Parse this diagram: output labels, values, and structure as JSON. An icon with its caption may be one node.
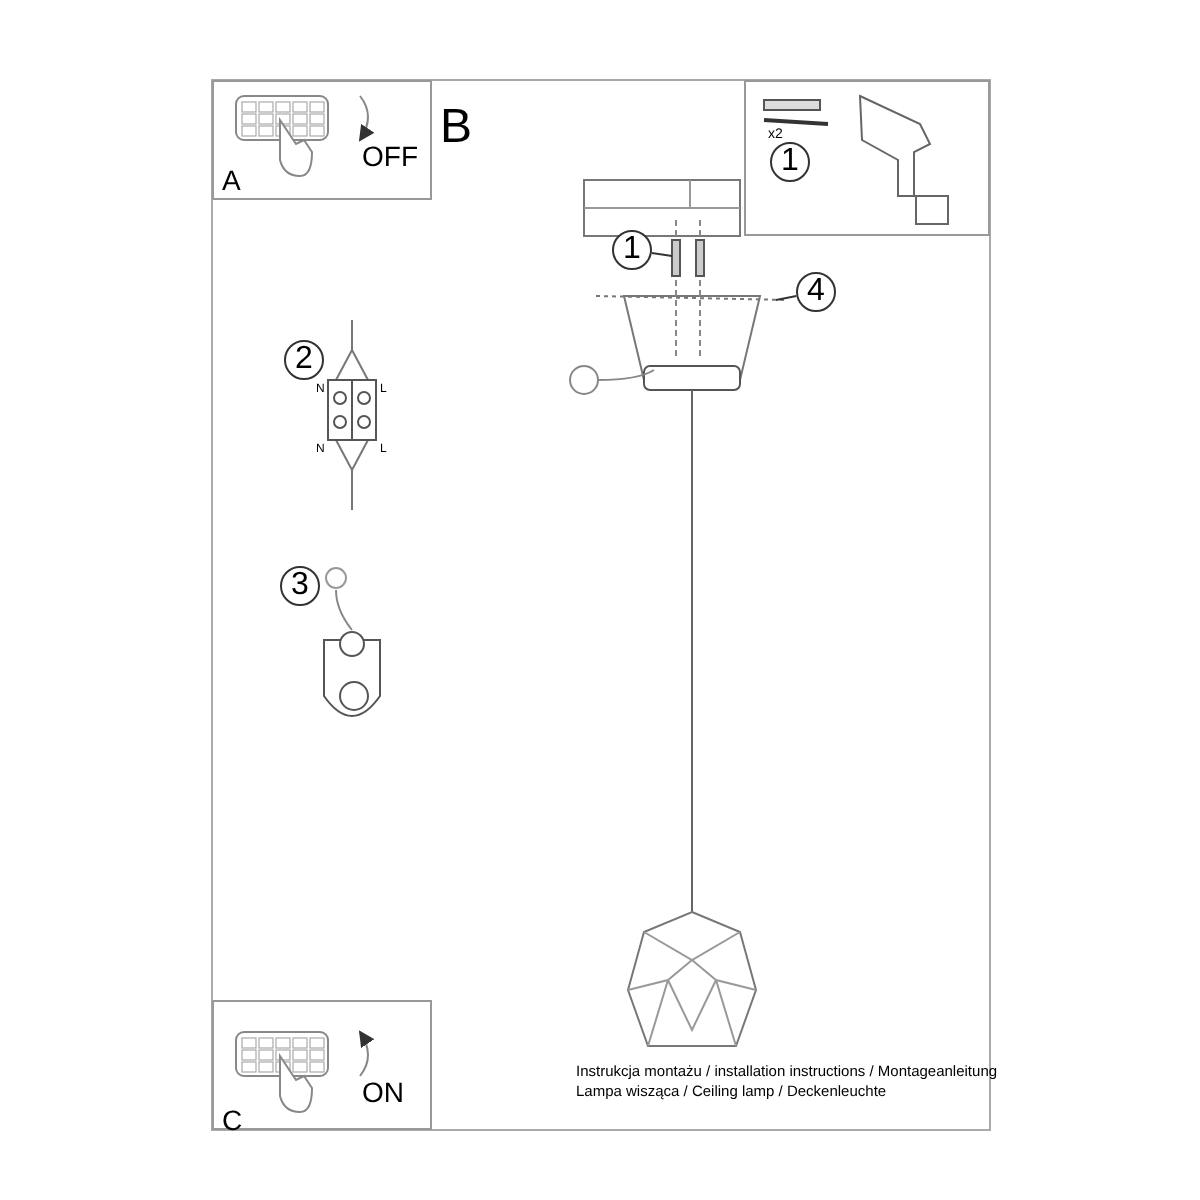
{
  "diagram": {
    "nodes": [
      {
        "text": [
          "A",
          "OFF"
        ]
      },
      {
        "text": [
          "1"
        ]
      },
      {
        "text": [
          "1"
        ]
      },
      {
        "text": [
          "4"
        ]
      },
      {
        "text": [
          "C",
          "ON"
        ]
      },
      {
        "text": [
          "2"
        ]
      },
      {
        "text": [
          "3"
        ]
      }
    ],
    "edges": [
      {
        "from": 2,
        "to": null,
        "arrow": "none"
      },
      {
        "from": 3,
        "to": null,
        "arrow": "none"
      }
    ],
    "labels": [
      "B",
      "x2",
      "N",
      "L",
      "N",
      "L",
      "Instrukcja montażu / installation instructions / Montageanleitung",
      "Lampa wisząca / Ceiling lamp / Deckenleuchte"
    ]
  }
}
